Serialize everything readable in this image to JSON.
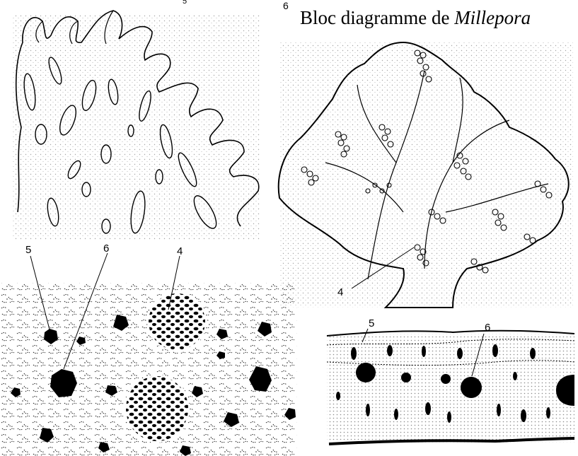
{
  "title": {
    "prefix": "Bloc diagramme de ",
    "italic": "Millepora"
  },
  "stray_marks": {
    "near_title": "6",
    "top_left": "5"
  },
  "labels": {
    "crust_gastrozooid": "4",
    "crust_dactylozooid": "5",
    "crust_gastrozooid_pore": "6",
    "colony_cluster": "4",
    "section_dactylozooid": "5",
    "section_gastrozooid": "6"
  }
}
